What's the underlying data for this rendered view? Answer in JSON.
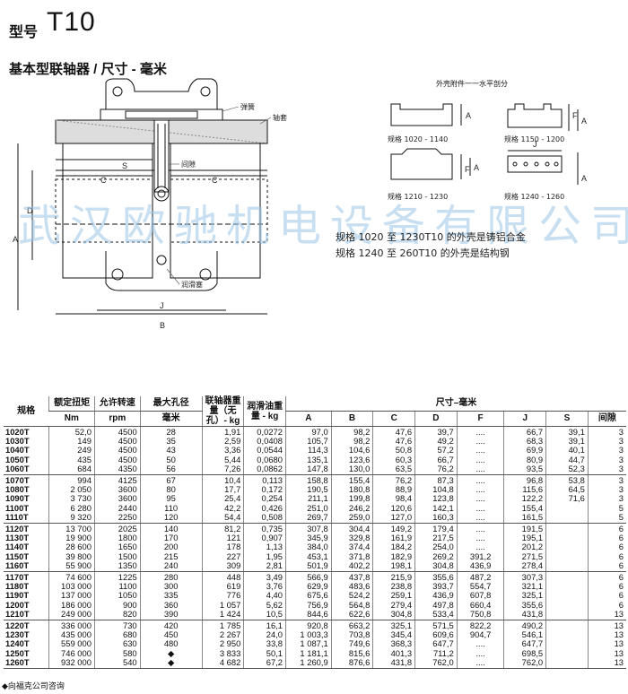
{
  "header": {
    "model_label": "型号",
    "model_number": "T10",
    "subtitle": "基本型联轴器 / 尺寸 - 毫米"
  },
  "drawing": {
    "callouts": {
      "spring": "弹簧",
      "sleeve": "轴套",
      "gap": "间隙",
      "plug": "润滑塞"
    },
    "dims": {
      "A": "A",
      "B": "B",
      "C": "C",
      "D": "D",
      "F": "F",
      "J": "J",
      "S": "S"
    },
    "housing_title": "外壳附件一一水平剖分",
    "housings": [
      {
        "caption": "规格 1020 - 1140"
      },
      {
        "caption": "规格 1150 - 1200"
      },
      {
        "caption": "规格 1210 - 1230"
      },
      {
        "caption": "规格 1240 - 1260"
      }
    ]
  },
  "notes": [
    "规格 1020 至 1230T10 的外壳是铸铝合金",
    "规格 1240 至 260T10 的外壳是结构钢"
  ],
  "watermark": "武汉欧驰机电设备有限公司",
  "table": {
    "headers": {
      "size": "规格",
      "torque_top": "额定扭矩",
      "torque_unit": "Nm",
      "speed_top": "允许转速",
      "speed_unit": "rpm",
      "bore_top": "最大孔径",
      "bore_unit": "毫米",
      "weight_top": "联轴器重量（无孔）- kg",
      "lube_top": "润滑油重量 - kg",
      "dims_top": "尺寸–毫米",
      "cols": [
        "A",
        "B",
        "C",
        "D",
        "F",
        "J",
        "S",
        "间隙"
      ]
    },
    "groups": [
      [
        [
          "1020T",
          "52,0",
          "4500",
          "28",
          "1,91",
          "0,0272",
          "97,0",
          "98,2",
          "47,6",
          "39,7",
          "....",
          "66,7",
          "39,1",
          "3"
        ],
        [
          "1030T",
          "149",
          "4500",
          "35",
          "2,59",
          "0,0408",
          "105,7",
          "98,2",
          "47,6",
          "49,2",
          "....",
          "68,3",
          "39,1",
          "3"
        ],
        [
          "1040T",
          "249",
          "4500",
          "43",
          "3,36",
          "0,0544",
          "114,3",
          "104,6",
          "50,8",
          "57,2",
          "....",
          "69,9",
          "40,1",
          "3"
        ],
        [
          "1050T",
          "435",
          "4500",
          "50",
          "5,44",
          "0,0680",
          "135,1",
          "123,6",
          "60,3",
          "66,7",
          "....",
          "80,9",
          "44,7",
          "3"
        ],
        [
          "1060T",
          "684",
          "4350",
          "56",
          "7,26",
          "0,0862",
          "147,8",
          "130,0",
          "63,5",
          "76,2",
          "....",
          "93,5",
          "52,3",
          "3"
        ]
      ],
      [
        [
          "1070T",
          "994",
          "4125",
          "67",
          "10,4",
          "0,113",
          "158,8",
          "155,4",
          "76,2",
          "87,3",
          "....",
          "96,8",
          "53,8",
          "3"
        ],
        [
          "1080T",
          "2 050",
          "3600",
          "80",
          "17,7",
          "0,172",
          "190,5",
          "180,8",
          "88,9",
          "104,8",
          "....",
          "115,6",
          "64,5",
          "3"
        ],
        [
          "1090T",
          "3 730",
          "3600",
          "95",
          "25,4",
          "0,254",
          "211,1",
          "199,8",
          "98,4",
          "123,8",
          "....",
          "122,2",
          "71,6",
          "3"
        ],
        [
          "1100T",
          "6 280",
          "2440",
          "110",
          "42,2",
          "0,426",
          "251,0",
          "246,2",
          "120,6",
          "142,1",
          "....",
          "155,4",
          "",
          "5"
        ],
        [
          "1110T",
          "9 320",
          "2250",
          "120",
          "54,4",
          "0,508",
          "269,7",
          "259,0",
          "127,0",
          "160,3",
          "....",
          "161,5",
          "",
          "5"
        ]
      ],
      [
        [
          "1120T",
          "13 700",
          "2025",
          "140",
          "81,2",
          "0,735",
          "307,8",
          "304,4",
          "149,2",
          "179,4",
          "....",
          "191,5",
          "",
          "6"
        ],
        [
          "1130T",
          "19 900",
          "1800",
          "170",
          "121",
          "0,907",
          "345,9",
          "329,8",
          "161,9",
          "217,5",
          "....",
          "195,1",
          "",
          "6"
        ],
        [
          "1140T",
          "28 600",
          "1650",
          "200",
          "178",
          "1,13",
          "384,0",
          "374,4",
          "184,2",
          "254,0",
          "....",
          "201,2",
          "",
          "6"
        ],
        [
          "1150T",
          "39 800",
          "1500",
          "215",
          "227",
          "1,95",
          "453,1",
          "371,8",
          "182,9",
          "269,2",
          "391,2",
          "271,5",
          "",
          "6"
        ],
        [
          "1160T",
          "55 900",
          "1350",
          "240",
          "309",
          "2,81",
          "501,9",
          "402,2",
          "198,1",
          "304,8",
          "436,9",
          "278,4",
          "",
          "6"
        ]
      ],
      [
        [
          "1170T",
          "74 600",
          "1225",
          "280",
          "448",
          "3,49",
          "566,9",
          "437,8",
          "215,9",
          "355,6",
          "487,2",
          "307,3",
          "",
          "6"
        ],
        [
          "1180T",
          "103 000",
          "1100",
          "300",
          "619",
          "3,76",
          "629,9",
          "483,6",
          "238,8",
          "393,7",
          "554,7",
          "321,1",
          "",
          "6"
        ],
        [
          "1190T",
          "137 000",
          "1050",
          "335",
          "776",
          "4,40",
          "675,6",
          "524,2",
          "259,1",
          "436,9",
          "607,8",
          "325,1",
          "",
          "6"
        ],
        [
          "1200T",
          "186 000",
          "900",
          "360",
          "1 057",
          "5,62",
          "756,9",
          "564,8",
          "279,4",
          "497,8",
          "660,4",
          "355,6",
          "",
          "6"
        ],
        [
          "1210T",
          "249 000",
          "820",
          "390",
          "1 424",
          "10,5",
          "844,6",
          "622,6",
          "304,8",
          "533,4",
          "750,8",
          "431,8",
          "",
          "13"
        ]
      ],
      [
        [
          "1220T",
          "336 000",
          "730",
          "420",
          "1 785",
          "16,1",
          "920,8",
          "663,2",
          "325,1",
          "571,5",
          "822,2",
          "490,2",
          "",
          "13"
        ],
        [
          "1230T",
          "435 000",
          "680",
          "450",
          "2 267",
          "24,0",
          "1 003,3",
          "703,8",
          "345,4",
          "609,6",
          "904,7",
          "546,1",
          "",
          "13"
        ],
        [
          "1240T",
          "559 000",
          "630",
          "480",
          "2 950",
          "33,8",
          "1 087,1",
          "749,6",
          "368,3",
          "647,7",
          "....",
          "647,7",
          "",
          "13"
        ],
        [
          "1250T",
          "746 000",
          "580",
          "◆",
          "3 833",
          "50,1",
          "1 181,1",
          "815,6",
          "401,3",
          "711,2",
          "....",
          "698,5",
          "",
          "13"
        ],
        [
          "1260T",
          "932 000",
          "540",
          "◆",
          "4 682",
          "67,2",
          "1 260,9",
          "876,6",
          "431,8",
          "762,0",
          "....",
          "762,0",
          "",
          "13"
        ]
      ]
    ]
  },
  "footnote": "◆向福克公司咨询"
}
